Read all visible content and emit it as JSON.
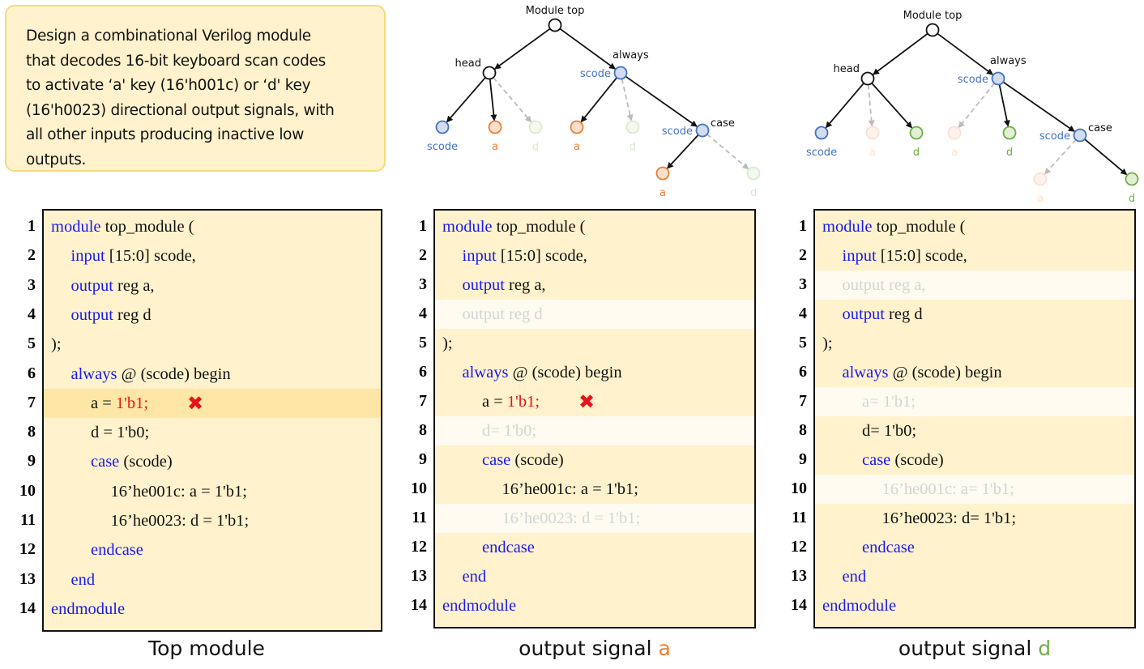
{
  "prompt": {
    "lines": [
      "Design a combinational Verilog module",
      "that decodes 16-bit keyboard scan codes",
      "to activate  ‘a' key (16'h001c) or ‘d' key",
      "(16'h0023) directional output signals, with",
      "all other inputs producing inactive  low",
      "outputs."
    ]
  },
  "colors": {
    "keyword": "#1a1aeb",
    "error": "#e8121a",
    "signal_a": "#ed7d31",
    "signal_d": "#70ad47",
    "scode": "#4472c4",
    "code_bg": "#fff2cc",
    "highlight_bg": "#fee6a6",
    "faded_bg": "#fffbf0"
  },
  "trees": [
    {
      "id": "tree-a",
      "root_label": "Module top",
      "head_label": "head",
      "always_label": "always",
      "always_side_label": "scode",
      "case_label": "case",
      "case_side_label": "scode",
      "head_children": [
        {
          "label": "scode",
          "kind": "scode",
          "active": true
        },
        {
          "label": "a",
          "kind": "a",
          "active": true
        },
        {
          "label": "d",
          "kind": "d",
          "active": false
        }
      ],
      "always_children": [
        {
          "label": "a",
          "kind": "a",
          "active": true
        },
        {
          "label": "d",
          "kind": "d",
          "active": false
        }
      ],
      "case_children": [
        {
          "label": "a",
          "kind": "a",
          "active": true
        },
        {
          "label": "d",
          "kind": "d",
          "active": false
        }
      ]
    },
    {
      "id": "tree-d",
      "root_label": "Module top",
      "head_label": "head",
      "always_label": "always",
      "always_side_label": "scode",
      "case_label": "case",
      "case_side_label": "scode",
      "head_children": [
        {
          "label": "scode",
          "kind": "scode",
          "active": true
        },
        {
          "label": "a",
          "kind": "a",
          "active": false
        },
        {
          "label": "d",
          "kind": "d",
          "active": true
        }
      ],
      "always_children": [
        {
          "label": "a",
          "kind": "a",
          "active": false
        },
        {
          "label": "d",
          "kind": "d",
          "active": true
        }
      ],
      "case_children": [
        {
          "label": "a",
          "kind": "a",
          "active": false
        },
        {
          "label": "d",
          "kind": "d",
          "active": true
        }
      ]
    }
  ],
  "panels": [
    {
      "caption_prefix": "Top module",
      "caption_signal": "",
      "lines": [
        {
          "num": "1",
          "indent": 0,
          "parts": [
            {
              "t": "module",
              "c": "kw"
            },
            {
              "t": " top_module ("
            }
          ]
        },
        {
          "num": "2",
          "indent": 1,
          "parts": [
            {
              "t": "input",
              "c": "kw"
            },
            {
              "t": " [15:0] scode,"
            }
          ]
        },
        {
          "num": "3",
          "indent": 1,
          "parts": [
            {
              "t": "output",
              "c": "kw"
            },
            {
              "t": " reg a,"
            }
          ]
        },
        {
          "num": "4",
          "indent": 1,
          "parts": [
            {
              "t": "output",
              "c": "kw"
            },
            {
              "t": " reg d"
            }
          ]
        },
        {
          "num": "5",
          "indent": 0,
          "parts": [
            {
              "t": ");"
            }
          ]
        },
        {
          "num": "6",
          "indent": 1,
          "parts": [
            {
              "t": "always",
              "c": "kw"
            },
            {
              "t": " @ (scode) begin"
            }
          ]
        },
        {
          "num": "7",
          "indent": 2,
          "state": "hl",
          "error_mark": true,
          "parts": [
            {
              "t": "a = "
            },
            {
              "t": "1'b1;",
              "c": "err"
            }
          ]
        },
        {
          "num": "8",
          "indent": 2,
          "parts": [
            {
              "t": "d = 1'b0;"
            }
          ]
        },
        {
          "num": "9",
          "indent": 2,
          "parts": [
            {
              "t": "case",
              "c": "kw"
            },
            {
              "t": " (scode)"
            }
          ]
        },
        {
          "num": "10",
          "indent": 3,
          "parts": [
            {
              "t": "16’he001c: a = 1'b1;"
            }
          ]
        },
        {
          "num": "11",
          "indent": 3,
          "parts": [
            {
              "t": "16’he0023: d = 1'b1;"
            }
          ]
        },
        {
          "num": "12",
          "indent": 2,
          "parts": [
            {
              "t": "endcase",
              "c": "kw"
            }
          ]
        },
        {
          "num": "13",
          "indent": 1,
          "parts": [
            {
              "t": "end",
              "c": "kw"
            }
          ]
        },
        {
          "num": "14",
          "indent": 0,
          "parts": [
            {
              "t": "endmodule",
              "c": "kw"
            }
          ]
        }
      ]
    },
    {
      "caption_prefix": "output signal ",
      "caption_signal": "a",
      "lines": [
        {
          "num": "1",
          "indent": 0,
          "parts": [
            {
              "t": "module",
              "c": "kw"
            },
            {
              "t": " top_module ("
            }
          ]
        },
        {
          "num": "2",
          "indent": 1,
          "parts": [
            {
              "t": "input",
              "c": "kw"
            },
            {
              "t": " [15:0] scode,"
            }
          ]
        },
        {
          "num": "3",
          "indent": 1,
          "parts": [
            {
              "t": "output",
              "c": "kw"
            },
            {
              "t": " reg a,"
            }
          ]
        },
        {
          "num": "4",
          "indent": 1,
          "state": "faded",
          "parts": [
            {
              "t": "output reg d"
            }
          ]
        },
        {
          "num": "5",
          "indent": 0,
          "parts": [
            {
              "t": ");"
            }
          ]
        },
        {
          "num": "6",
          "indent": 1,
          "parts": [
            {
              "t": "always",
              "c": "kw"
            },
            {
              "t": " @ (scode) begin"
            }
          ]
        },
        {
          "num": "7",
          "indent": 2,
          "error_mark": true,
          "parts": [
            {
              "t": "a = "
            },
            {
              "t": "1'b1;",
              "c": "err"
            }
          ]
        },
        {
          "num": "8",
          "indent": 2,
          "state": "faded",
          "parts": [
            {
              "t": "d= 1'b0;"
            }
          ]
        },
        {
          "num": "9",
          "indent": 2,
          "parts": [
            {
              "t": "case",
              "c": "kw"
            },
            {
              "t": " (scode)"
            }
          ]
        },
        {
          "num": "10",
          "indent": 3,
          "parts": [
            {
              "t": "16’he001c: a = 1'b1;"
            }
          ]
        },
        {
          "num": "11",
          "indent": 3,
          "state": "faded",
          "parts": [
            {
              "t": "16’he0023: d = 1'b1;"
            }
          ]
        },
        {
          "num": "12",
          "indent": 2,
          "parts": [
            {
              "t": "endcase",
              "c": "kw"
            }
          ]
        },
        {
          "num": "13",
          "indent": 1,
          "parts": [
            {
              "t": "end",
              "c": "kw"
            }
          ]
        },
        {
          "num": "14",
          "indent": 0,
          "parts": [
            {
              "t": "endmodule",
              "c": "kw"
            }
          ]
        }
      ]
    },
    {
      "caption_prefix": "output signal ",
      "caption_signal": "d",
      "lines": [
        {
          "num": "1",
          "indent": 0,
          "parts": [
            {
              "t": "module",
              "c": "kw"
            },
            {
              "t": " top_module ("
            }
          ]
        },
        {
          "num": "2",
          "indent": 1,
          "parts": [
            {
              "t": "input",
              "c": "kw"
            },
            {
              "t": " [15:0] scode,"
            }
          ]
        },
        {
          "num": "3",
          "indent": 1,
          "state": "faded",
          "parts": [
            {
              "t": "output reg a,"
            }
          ]
        },
        {
          "num": "4",
          "indent": 1,
          "parts": [
            {
              "t": "output",
              "c": "kw"
            },
            {
              "t": " reg d"
            }
          ]
        },
        {
          "num": "5",
          "indent": 0,
          "parts": [
            {
              "t": ");"
            }
          ]
        },
        {
          "num": "6",
          "indent": 1,
          "parts": [
            {
              "t": "always",
              "c": "kw"
            },
            {
              "t": " @ (scode) begin"
            }
          ]
        },
        {
          "num": "7",
          "indent": 2,
          "state": "faded",
          "parts": [
            {
              "t": "a= 1'b1;"
            }
          ]
        },
        {
          "num": "8",
          "indent": 2,
          "parts": [
            {
              "t": "d= 1'b0;"
            }
          ]
        },
        {
          "num": "9",
          "indent": 2,
          "parts": [
            {
              "t": "case",
              "c": "kw"
            },
            {
              "t": " (scode)"
            }
          ]
        },
        {
          "num": "10",
          "indent": 3,
          "state": "faded",
          "parts": [
            {
              "t": "16’he001c: a= 1'b1;"
            }
          ]
        },
        {
          "num": "11",
          "indent": 3,
          "parts": [
            {
              "t": "16’he0023: d= 1'b1;"
            }
          ]
        },
        {
          "num": "12",
          "indent": 2,
          "parts": [
            {
              "t": "endcase",
              "c": "kw"
            }
          ]
        },
        {
          "num": "13",
          "indent": 1,
          "parts": [
            {
              "t": "end",
              "c": "kw"
            }
          ]
        },
        {
          "num": "14",
          "indent": 0,
          "parts": [
            {
              "t": "endmodule",
              "c": "kw"
            }
          ]
        }
      ]
    }
  ]
}
